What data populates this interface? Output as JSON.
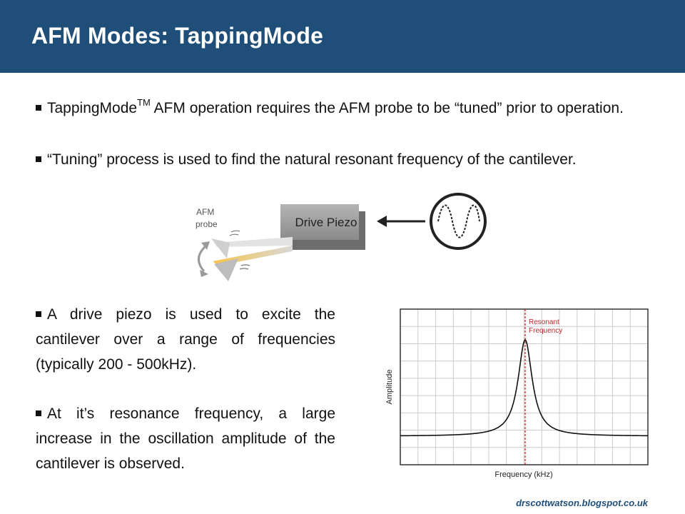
{
  "header": {
    "title": "AFM Modes: TappingMode"
  },
  "bullets": {
    "b1_part1": "TappingMode",
    "b1_sup": "TM",
    "b1_part2": " AFM operation requires the AFM probe to be “tuned” prior to operation.",
    "b2": "“Tuning” process is used to find the natural resonant frequency of the cantilever.",
    "b3": "A drive piezo is used to excite the cantilever over a range of frequencies (typically 200 - 500kHz).",
    "b4": "At it’s resonance frequency, a large increase in the oscillation amplitude of the cantilever is observed."
  },
  "diagram": {
    "probe_label_line1": "AFM",
    "probe_label_line2": "probe",
    "piezo_label": "Drive Piezo",
    "piezo_color": "#9a9a9a",
    "beam_color": "#f2b233"
  },
  "resonance_chart": {
    "xlabel": "Frequency (kHz)",
    "ylabel": "Amplitude",
    "annotation_line1": "Resonant",
    "annotation_line2": "Frequency",
    "annotation_color": "#c0282d",
    "grid": true
  },
  "footer": {
    "credit": "drscottwatson.blogspot.co.uk"
  },
  "colors": {
    "header_bg": "#1f4e79",
    "footer_text": "#1f4e79"
  }
}
